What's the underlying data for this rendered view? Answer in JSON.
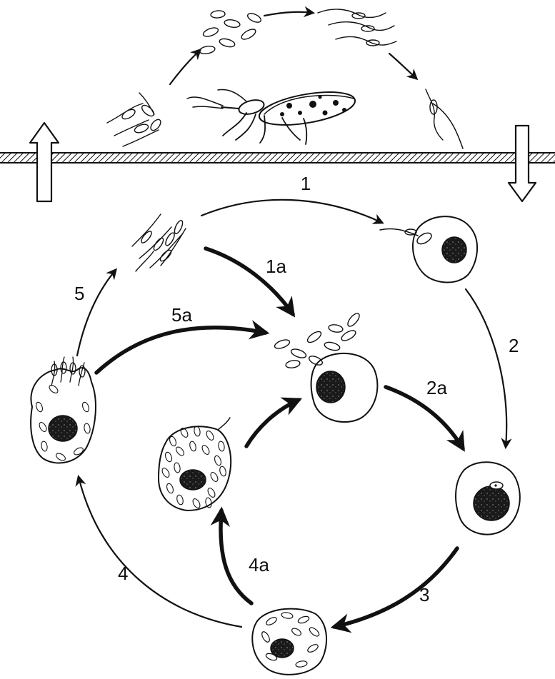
{
  "labels": {
    "step_1": "1",
    "step_1a": "1a",
    "step_2": "2",
    "step_2a": "2a",
    "step_3": "3",
    "step_4": "4",
    "step_4a": "4a",
    "step_5": "5",
    "step_5a": "5a"
  },
  "icons": {
    "vector": "triatomine-bug-icon",
    "up_arrow": "hollow-up-arrow-icon",
    "down_arrow": "hollow-down-arrow-icon"
  }
}
